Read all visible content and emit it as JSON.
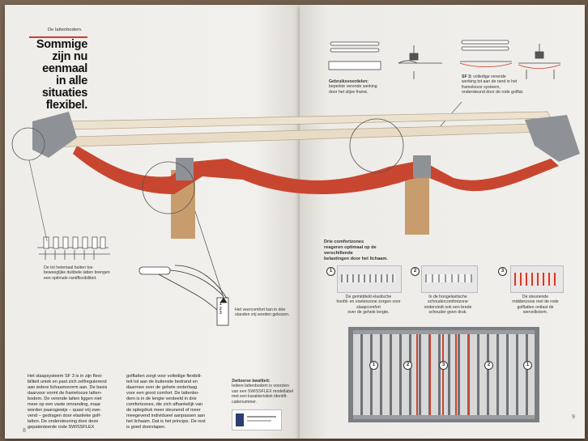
{
  "left_page": {
    "section_tag": "De lattenbodem.",
    "headline": [
      "Sommige zijn nu",
      "eenmaal",
      "in alle situaties",
      "flexibel."
    ],
    "caption_latten": [
      "De tot helemaal buiten toe",
      "beweeglijke dubbele latten brengen",
      "een optimale randflexibiliteit."
    ],
    "caption_veer": [
      "Het veercomfort kan in drie",
      "standen vrij worden gekozen."
    ],
    "dial_labels": [
      "1",
      "2",
      "3"
    ],
    "body_col1": [
      "Het slaapsysteem SF 3 is in zijn flexi-",
      "biliteit uniek en past zich zelfregulerend",
      "aan iedere lichaamsvorm aan. De basis",
      "daarvoor vormt de framelooze latten-",
      "bodem. De verende latten liggen niet",
      "meer op een vaste omranding, maar",
      "worden paarsgewijs – quasi vrij zwe-",
      "vend – gedragen door elastieke golf-",
      "latten. De ondersteuning door deze",
      "gepatenteerde rode SWISSFLEX"
    ],
    "body_col2": [
      "golflatten zorgt voor volledige flexibili-",
      "teit tot aan de buitenste bedrand en",
      "daarmee over de gehele onderlaag",
      "voor een groot comfort. De lattenbo-",
      "dem is in de lengte verdeeld in drie",
      "comfortzones, die zich afhankelijk van",
      "de oplegdruk meer steunend of meer",
      "meegevend individueel aanpassen aan",
      "het lichaam. Dat is het principe. De rest",
      "is goed doorslapen."
    ],
    "quality_title": "Zwitserse kwaliteit:",
    "quality_text": [
      "Iedere lattenbodem is voorzien",
      "van een SWISSFLEX modellabel",
      "met een karakteristiek identifi-",
      "catienummer."
    ],
    "page_number": "8"
  },
  "right_page": {
    "advantages_title": "Gebruiksvoordelen:",
    "advantages_text": [
      "beperkte verende werking",
      "door het stijve frame."
    ],
    "sf3_title": "SF 3:",
    "sf3_text": [
      "volledige verende",
      "werking tot aan de rand in het",
      "framelooze systeem,",
      "ondersteund door de rode golflat."
    ],
    "zones_title": [
      "Drie comfortzones",
      "reageren optimaal op de",
      "verschillende",
      "belastingen door het lichaam."
    ],
    "zones": [
      {
        "number": "1",
        "text": [
          "De gemiddeld elastische",
          "hoofd- en voetenzone zorgen voor",
          "slaapcomfort",
          "over de gehele lengte."
        ]
      },
      {
        "number": "2",
        "text": [
          "In de hoogelastische",
          "schoudercomfortzone",
          "ondervindt ook een brede",
          "schouder geen druk."
        ]
      },
      {
        "number": "3",
        "text": [
          "De steunende",
          "middenzone met de rode",
          "golflatten ontlast de",
          "wervelkolom."
        ]
      }
    ],
    "diagram_zone_labels": [
      "1",
      "2",
      "3",
      "2",
      "1"
    ],
    "page_number": "9"
  },
  "colors": {
    "accent_red": "#d23b2a",
    "wave_red": "#c8462f",
    "frame_grey": "#8e9297",
    "slat_wood": "#e8dcc6",
    "post_wood": "#c89d6e"
  }
}
